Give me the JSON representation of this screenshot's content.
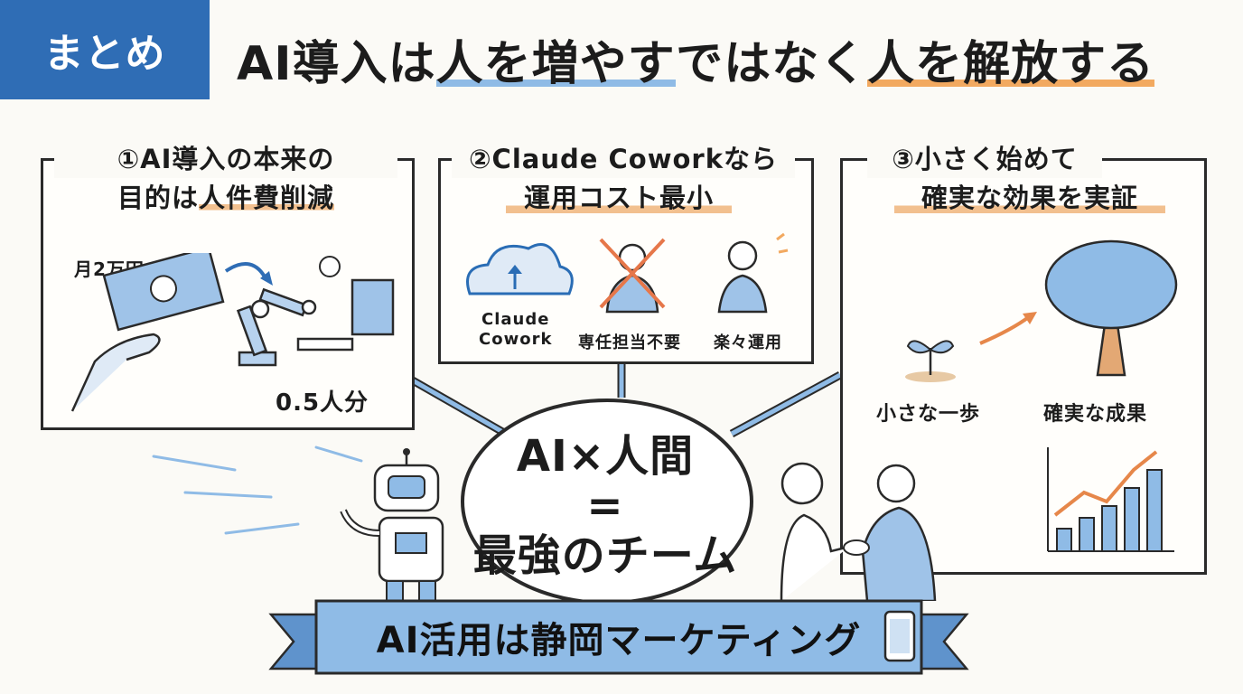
{
  "header": {
    "badge": "まとめ",
    "title_part1": "AI導入は",
    "title_part2": "人を増やす",
    "title_part3": "ではなく",
    "title_part4": "人を解放する"
  },
  "panel1": {
    "title_line1": "①AI導入の本来の",
    "title_line2_prefix": "目的は",
    "title_line2_highlight": "人件費削減",
    "money_label": "月2万円",
    "robot_label": "0.5人分"
  },
  "panel2": {
    "title_line1": "②Claude Coworkなら",
    "title_line2": "運用コスト最小",
    "cloud_label_line1": "Claude",
    "cloud_label_line2": "Cowork",
    "no_staff_label": "専任担当不要",
    "easy_label": "楽々運用"
  },
  "panel3": {
    "title_line1": "③小さく始めて",
    "title_line2": "確実な効果を実証",
    "sprout_label": "小さな一歩",
    "tree_label": "確実な成果"
  },
  "center": {
    "line1": "AI×人間",
    "line2": "=",
    "line3": "最強のチーム"
  },
  "banner": {
    "text": "AI活用は静岡マーケティング"
  },
  "colors": {
    "blue": "#2f6db5",
    "light_blue": "#8fbbe6",
    "orange": "#f2a960",
    "ink": "#1c1c1c"
  }
}
